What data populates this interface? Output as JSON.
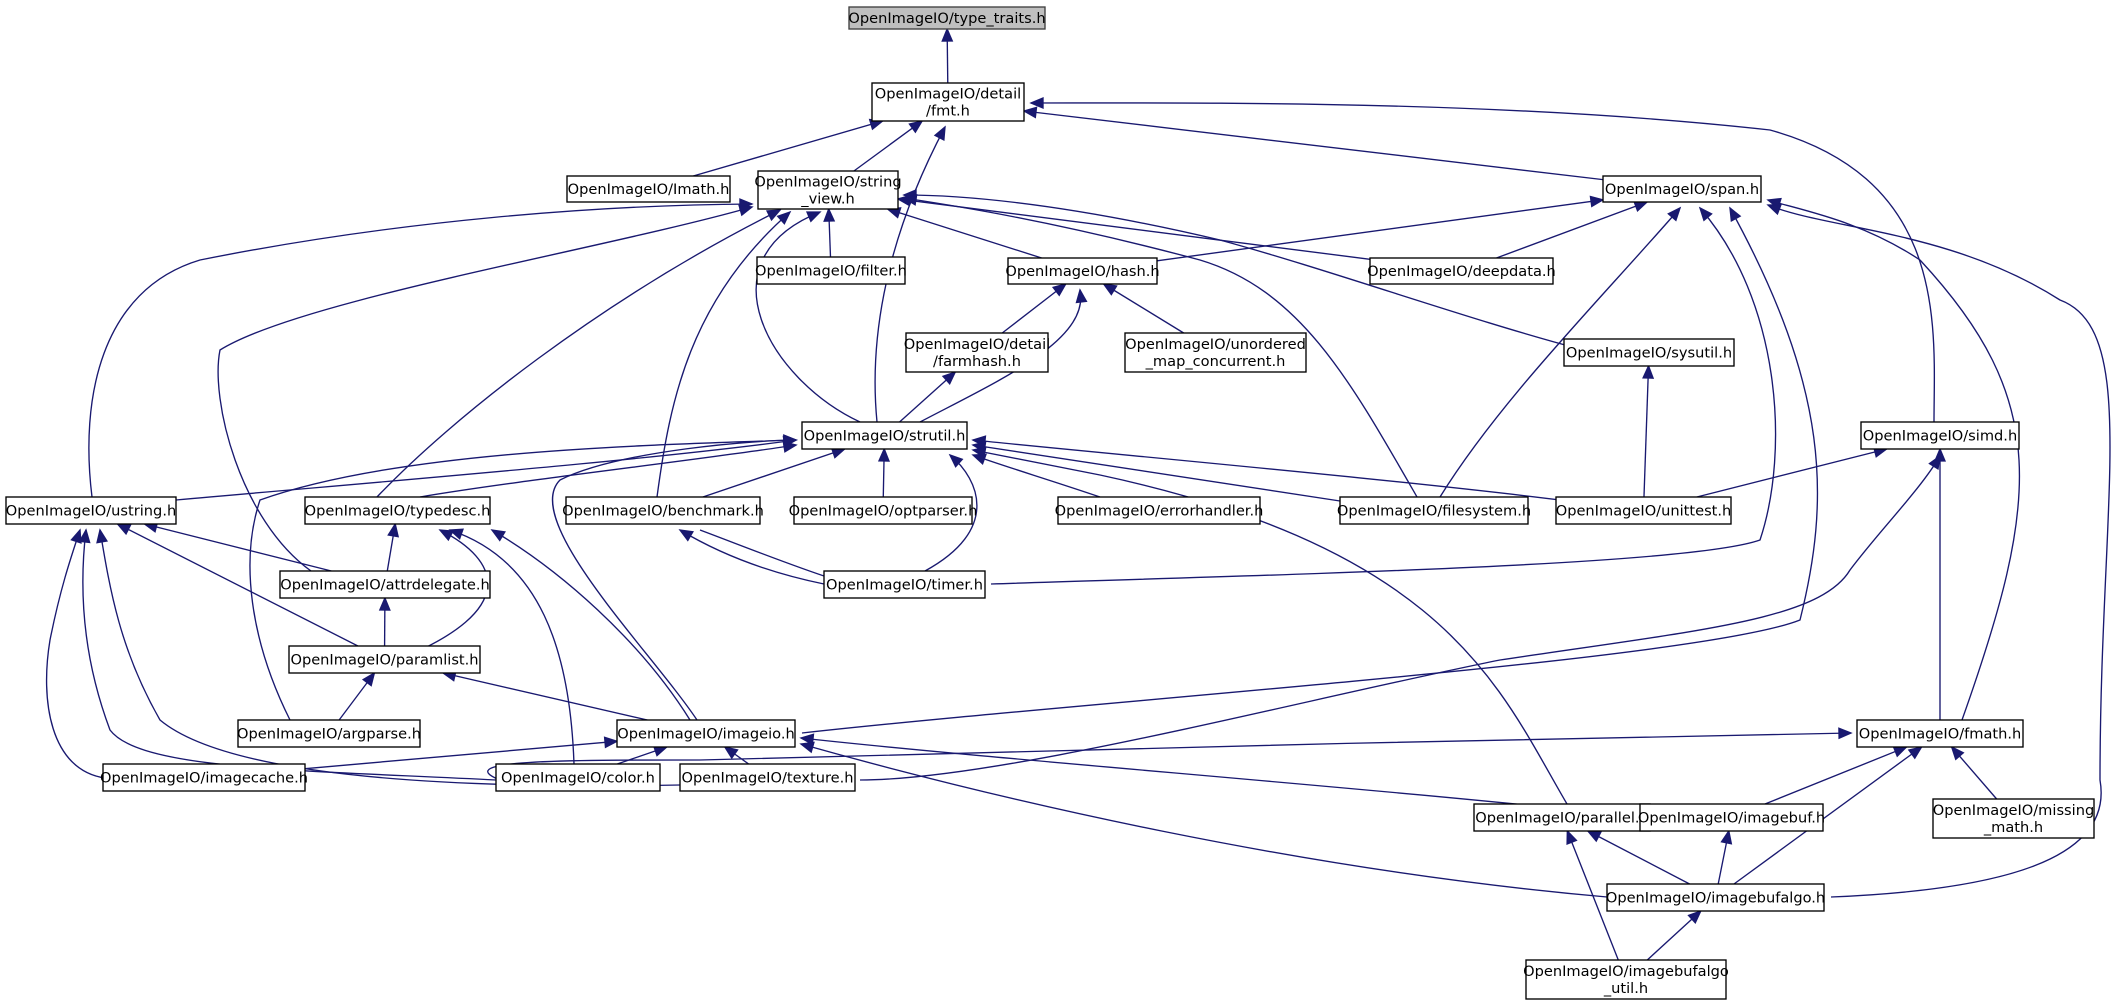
{
  "colors": {
    "edge": "#191970",
    "root_fill": "#bfbfbf",
    "node_fill": "#ffffff",
    "node_border": "#000000"
  },
  "nodes": [
    {
      "id": "type_traits",
      "lines": [
        "OpenImageIO/type_traits.h"
      ],
      "root": true
    },
    {
      "id": "fmt",
      "lines": [
        "OpenImageIO/detail",
        "/fmt.h"
      ]
    },
    {
      "id": "imath",
      "lines": [
        "OpenImageIO/Imath.h"
      ]
    },
    {
      "id": "string_view",
      "lines": [
        "OpenImageIO/string",
        "_view.h"
      ]
    },
    {
      "id": "span",
      "lines": [
        "OpenImageIO/span.h"
      ]
    },
    {
      "id": "filter",
      "lines": [
        "OpenImageIO/filter.h"
      ]
    },
    {
      "id": "hash",
      "lines": [
        "OpenImageIO/hash.h"
      ]
    },
    {
      "id": "deepdata",
      "lines": [
        "OpenImageIO/deepdata.h"
      ]
    },
    {
      "id": "farmhash",
      "lines": [
        "OpenImageIO/detail",
        "/farmhash.h"
      ]
    },
    {
      "id": "unordered",
      "lines": [
        "OpenImageIO/unordered",
        "_map_concurrent.h"
      ]
    },
    {
      "id": "sysutil",
      "lines": [
        "OpenImageIO/sysutil.h"
      ]
    },
    {
      "id": "strutil",
      "lines": [
        "OpenImageIO/strutil.h"
      ]
    },
    {
      "id": "simd",
      "lines": [
        "OpenImageIO/simd.h"
      ]
    },
    {
      "id": "ustring",
      "lines": [
        "OpenImageIO/ustring.h"
      ]
    },
    {
      "id": "typedesc",
      "lines": [
        "OpenImageIO/typedesc.h"
      ]
    },
    {
      "id": "benchmark",
      "lines": [
        "OpenImageIO/benchmark.h"
      ]
    },
    {
      "id": "optparser",
      "lines": [
        "OpenImageIO/optparser.h"
      ]
    },
    {
      "id": "errorhandler",
      "lines": [
        "OpenImageIO/errorhandler.h"
      ]
    },
    {
      "id": "filesystem",
      "lines": [
        "OpenImageIO/filesystem.h"
      ]
    },
    {
      "id": "unittest",
      "lines": [
        "OpenImageIO/unittest.h"
      ]
    },
    {
      "id": "attrdelegate",
      "lines": [
        "OpenImageIO/attrdelegate.h"
      ]
    },
    {
      "id": "timer",
      "lines": [
        "OpenImageIO/timer.h"
      ]
    },
    {
      "id": "paramlist",
      "lines": [
        "OpenImageIO/paramlist.h"
      ]
    },
    {
      "id": "argparse",
      "lines": [
        "OpenImageIO/argparse.h"
      ]
    },
    {
      "id": "imageio",
      "lines": [
        "OpenImageIO/imageio.h"
      ]
    },
    {
      "id": "fmath",
      "lines": [
        "OpenImageIO/fmath.h"
      ]
    },
    {
      "id": "imagecache",
      "lines": [
        "OpenImageIO/imagecache.h"
      ]
    },
    {
      "id": "color",
      "lines": [
        "OpenImageIO/color.h"
      ]
    },
    {
      "id": "texture",
      "lines": [
        "OpenImageIO/texture.h"
      ]
    },
    {
      "id": "parallel",
      "lines": [
        "OpenImageIO/parallel.h"
      ]
    },
    {
      "id": "imagebuf",
      "lines": [
        "OpenImageIO/imagebuf.h"
      ]
    },
    {
      "id": "missing_math",
      "lines": [
        "OpenImageIO/missing",
        "_math.h"
      ]
    },
    {
      "id": "imagebufalgo",
      "lines": [
        "OpenImageIO/imagebufalgo.h"
      ]
    },
    {
      "id": "imagebufalgo_util",
      "lines": [
        "OpenImageIO/imagebufalgo",
        "_util.h"
      ]
    }
  ],
  "edges": [
    [
      "type_traits",
      "fmt"
    ],
    [
      "fmt",
      "imath"
    ],
    [
      "fmt",
      "string_view"
    ],
    [
      "fmt",
      "span"
    ],
    [
      "fmt",
      "strutil"
    ],
    [
      "fmt",
      "simd"
    ],
    [
      "string_view",
      "filter"
    ],
    [
      "string_view",
      "hash"
    ],
    [
      "string_view",
      "deepdata"
    ],
    [
      "string_view",
      "sysutil"
    ],
    [
      "string_view",
      "strutil"
    ],
    [
      "string_view",
      "ustring"
    ],
    [
      "string_view",
      "typedesc"
    ],
    [
      "string_view",
      "benchmark"
    ],
    [
      "string_view",
      "filesystem"
    ],
    [
      "string_view",
      "attrdelegate"
    ],
    [
      "span",
      "hash"
    ],
    [
      "span",
      "deepdata"
    ],
    [
      "span",
      "filesystem"
    ],
    [
      "span",
      "timer"
    ],
    [
      "span",
      "imageio"
    ],
    [
      "span",
      "fmath"
    ],
    [
      "span",
      "imagebufalgo"
    ],
    [
      "hash",
      "farmhash"
    ],
    [
      "hash",
      "unordered"
    ],
    [
      "hash",
      "strutil"
    ],
    [
      "farmhash",
      "strutil"
    ],
    [
      "sysutil",
      "unittest"
    ],
    [
      "strutil",
      "ustring"
    ],
    [
      "strutil",
      "typedesc"
    ],
    [
      "strutil",
      "benchmark"
    ],
    [
      "strutil",
      "optparser"
    ],
    [
      "strutil",
      "errorhandler"
    ],
    [
      "strutil",
      "filesystem"
    ],
    [
      "strutil",
      "unittest"
    ],
    [
      "strutil",
      "timer"
    ],
    [
      "strutil",
      "argparse"
    ],
    [
      "strutil",
      "imageio"
    ],
    [
      "strutil",
      "parallel"
    ],
    [
      "simd",
      "unittest"
    ],
    [
      "simd",
      "fmath"
    ],
    [
      "simd",
      "texture"
    ],
    [
      "ustring",
      "attrdelegate"
    ],
    [
      "ustring",
      "paramlist"
    ],
    [
      "ustring",
      "imagecache"
    ],
    [
      "ustring",
      "color"
    ],
    [
      "ustring",
      "texture"
    ],
    [
      "typedesc",
      "attrdelegate"
    ],
    [
      "typedesc",
      "paramlist"
    ],
    [
      "typedesc",
      "imageio"
    ],
    [
      "typedesc",
      "color"
    ],
    [
      "benchmark",
      "timer"
    ],
    [
      "attrdelegate",
      "paramlist"
    ],
    [
      "paramlist",
      "argparse"
    ],
    [
      "paramlist",
      "imageio"
    ],
    [
      "imageio",
      "imagecache"
    ],
    [
      "imageio",
      "color"
    ],
    [
      "imageio",
      "texture"
    ],
    [
      "imageio",
      "imagebuf"
    ],
    [
      "imageio",
      "imagebufalgo"
    ],
    [
      "fmath",
      "color"
    ],
    [
      "fmath",
      "imagebuf"
    ],
    [
      "fmath",
      "missing_math"
    ],
    [
      "fmath",
      "imagebufalgo"
    ],
    [
      "parallel",
      "imagebufalgo"
    ],
    [
      "parallel",
      "imagebufalgo_util"
    ],
    [
      "imagebuf",
      "imagebufalgo"
    ],
    [
      "imagebufalgo",
      "imagebufalgo_util"
    ]
  ]
}
